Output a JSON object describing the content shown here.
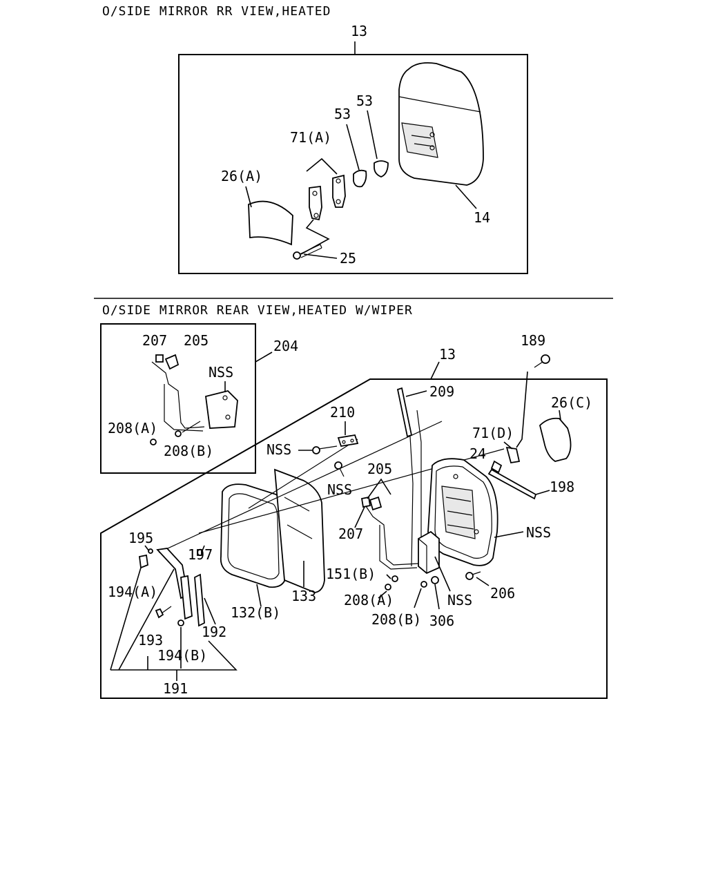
{
  "diagram1": {
    "title": "O/SIDE MIRROR RR VIEW,HEATED",
    "labels": {
      "l13": "13",
      "l53a": "53",
      "l53b": "53",
      "l71a": "71(A)",
      "l26a": "26(A)",
      "l14": "14",
      "l25": "25"
    }
  },
  "diagram2": {
    "title": "O/SIDE MIRROR REAR VIEW,HEATED W/WIPER",
    "labels": {
      "l207a": "207",
      "l205a": "205",
      "l204": "204",
      "lnss1": "NSS",
      "l208a_inset": "208(A)",
      "l208b_inset": "208(B)",
      "l13": "13",
      "l189": "189",
      "l209": "209",
      "l210": "210",
      "l26c": "26(C)",
      "l71d": "71(D)",
      "lnss2": "NSS",
      "l24": "24",
      "l205b": "205",
      "lnss3": "NSS",
      "l198": "198",
      "l195": "195",
      "l197": "197",
      "lnss4": "NSS",
      "l207b": "207",
      "l151b": "151(B)",
      "l194a": "194(A)",
      "l208a": "208(A)",
      "lnss5": "NSS",
      "l206": "206",
      "l133": "133",
      "l132b": "132(B)",
      "l208b": "208(B)",
      "l306": "306",
      "l193": "193",
      "l192": "192",
      "l194b": "194(B)",
      "l191": "191"
    }
  }
}
